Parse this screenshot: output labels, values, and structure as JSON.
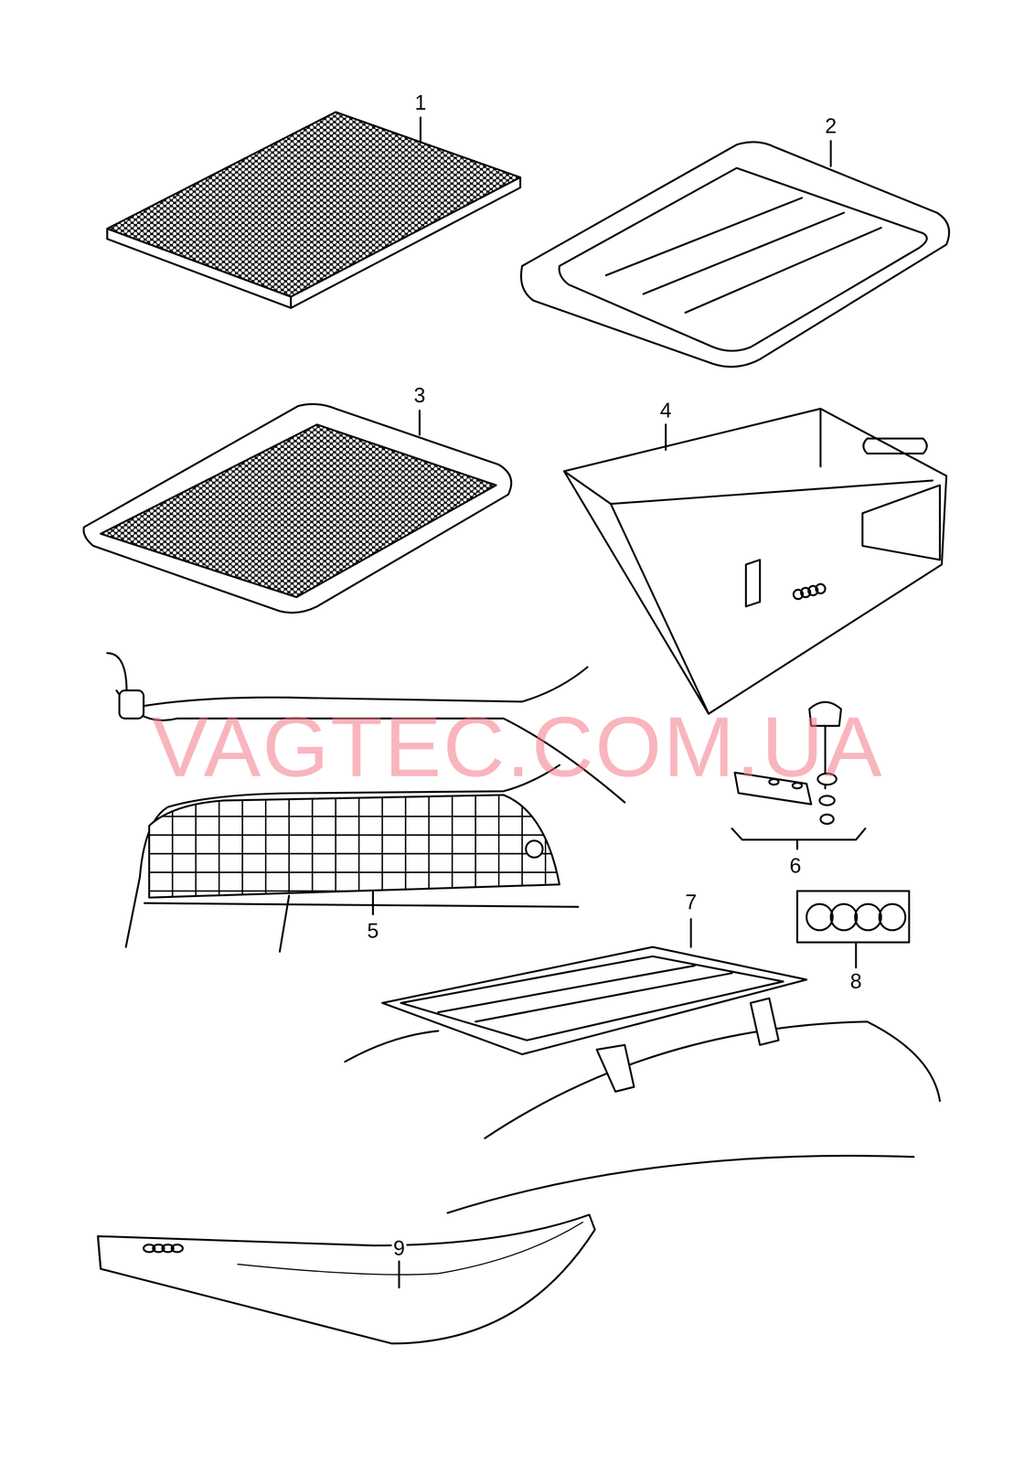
{
  "diagram": {
    "labels": [
      "1",
      "2",
      "3",
      "4",
      "5",
      "6",
      "7",
      "8",
      "9",
      "VAGTEC.COM.UA"
    ]
  }
}
